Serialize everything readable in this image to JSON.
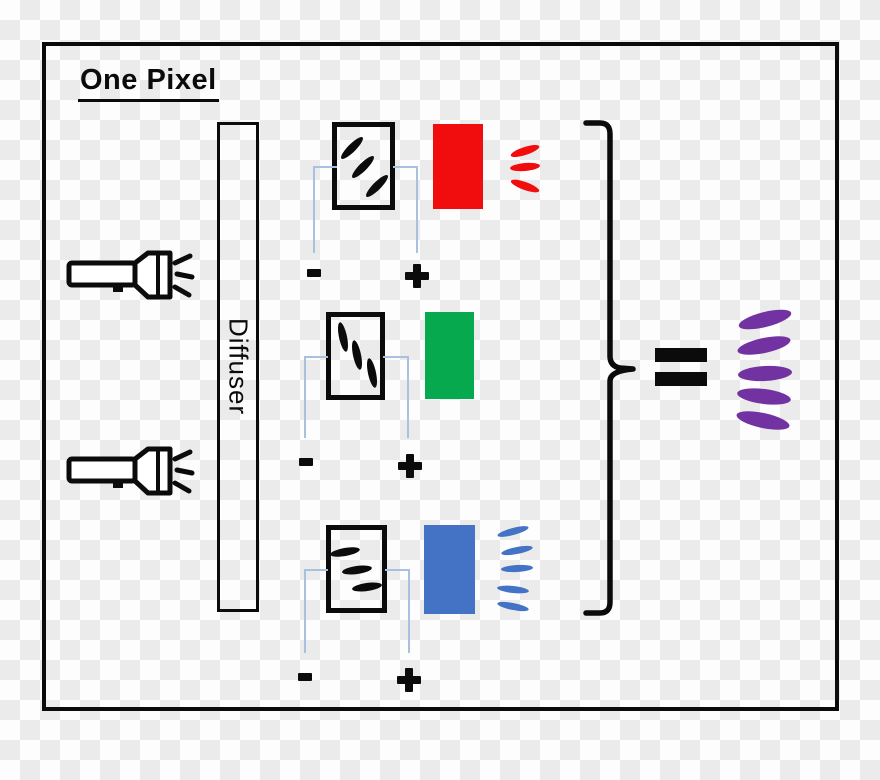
{
  "title": "One Pixel",
  "diffuser": {
    "label": "Diffuser"
  },
  "cells": [
    {
      "color_name": "red",
      "neg_label": "-",
      "pos_label": "+",
      "molecule_tilt": "diagonal",
      "emitted_ray_count": 3
    },
    {
      "color_name": "green",
      "neg_label": "-",
      "pos_label": "+",
      "molecule_tilt": "vertical",
      "emitted_ray_count": 0
    },
    {
      "color_name": "blue",
      "neg_label": "-",
      "pos_label": "+",
      "molecule_tilt": "horizontal",
      "emitted_ray_count": 5
    }
  ],
  "equals": {
    "label": "="
  },
  "output": {
    "color_name": "purple",
    "ray_count": 5
  },
  "colors": {
    "ink": "#0b0b0b",
    "red": "#f10d0d",
    "green": "#07a94f",
    "blue": "#4472c4",
    "purple": "#7232a2",
    "wire": "#a9c0de",
    "checker_light": "#fdfdfd",
    "checker_dark": "#ebebeb"
  }
}
